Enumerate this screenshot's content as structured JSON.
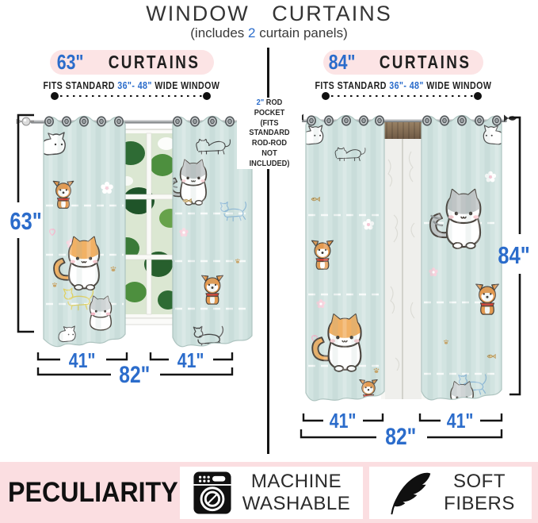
{
  "header": {
    "title": "WINDOW   CURTAINS",
    "subtitle_pre": "(includes ",
    "subtitle_count": "2",
    "subtitle_post": " curtain panels)"
  },
  "left": {
    "banner_size": "63\"",
    "banner_word": "CURTAINS",
    "fits_pre": "FITS STANDARD ",
    "fits_range": "36\"- 48\"",
    "fits_post": " WIDE WINDOW",
    "height_label": "63\"",
    "panel_width_1": "41\"",
    "panel_width_2": "41\"",
    "total_width": "82\""
  },
  "right": {
    "banner_size": "84\"",
    "banner_word": "CURTAINS",
    "fits_pre": "FITS STANDARD ",
    "fits_range": "36\"- 48\"",
    "fits_post": " WIDE WINDOW",
    "height_label": "84\"",
    "panel_width_1": "41\"",
    "panel_width_2": "41\"",
    "total_width": "82\""
  },
  "rod_note": {
    "size": "2\"",
    "l1rest": " ROD",
    "l2": "POCKET",
    "l3": "(FITS STANDARD",
    "l4": "ROD-ROD",
    "l5": "NOT INCLUDED)"
  },
  "features": {
    "heading": "PECULIARITY",
    "items": [
      {
        "icon": "washing-machine-icon",
        "line1": "MACHINE",
        "line2": "WASHABLE"
      },
      {
        "icon": "feather-icon",
        "line1": "SOFT",
        "line2": "FIBERS"
      }
    ]
  },
  "colors": {
    "accent_blue": "#2b6ccb",
    "banner_pink": "#fce4e5",
    "bar_pink": "#fbdee1",
    "curtain_mint": "#d2e4e1",
    "ink": "#141414"
  }
}
